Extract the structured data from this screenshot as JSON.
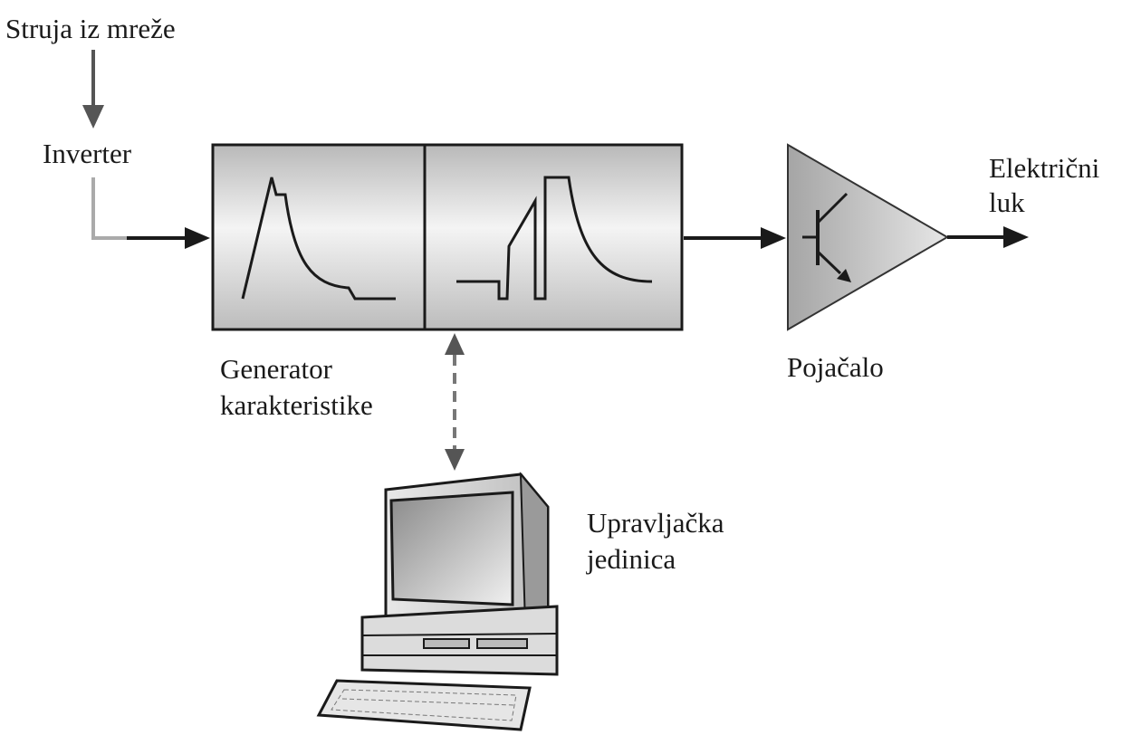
{
  "labels": {
    "mains_current": "Struja iz mreže",
    "inverter": "Inverter",
    "generator_line1": "Generator",
    "generator_line2": "karakteristike",
    "electric_arc_line1": "Električni",
    "electric_arc_line2": "luk",
    "amplifier": "Pojačalo",
    "control_unit_line1": "Upravljačka",
    "control_unit_line2": "jedinica"
  },
  "icons": {
    "transistor": "transistor-icon",
    "computer": "computer-icon"
  },
  "colors": {
    "box_fill_light": "#f2f2f2",
    "box_fill_dark": "#b4b4b4",
    "line": "#1a1a1a",
    "arrow_gray": "#555555"
  }
}
